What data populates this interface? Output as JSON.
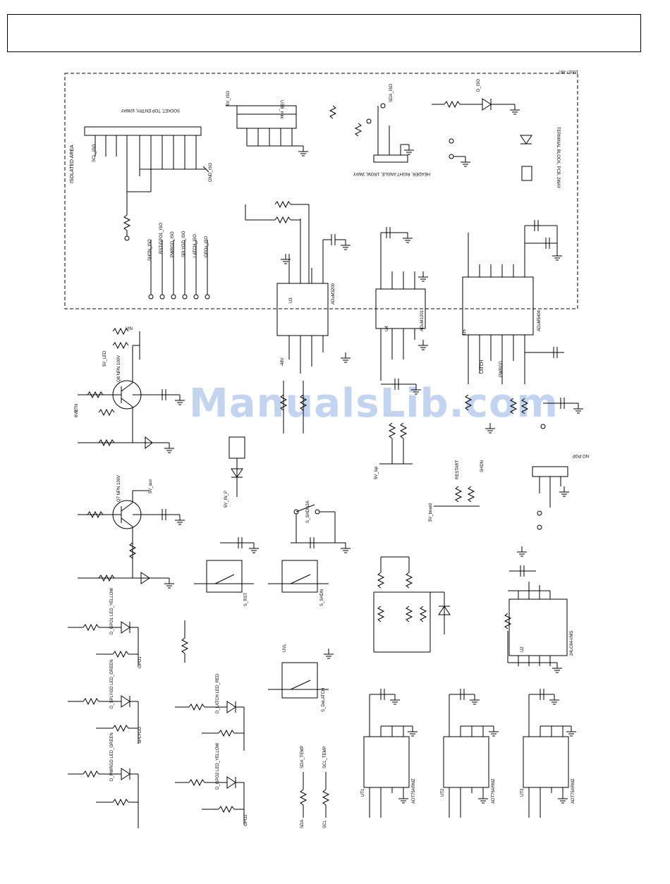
{
  "doc": {
    "figure_id": "10017-007",
    "region_label": "ISOLATED AREA",
    "watermark": "ManualsLib.com"
  },
  "connectors": {
    "sk3": "SOCKET, TOP ENTRY, 10WAY",
    "usb": "USB_mini",
    "j7": "HEADER, RIGHT ANGLE, 1ROW, 3WAY",
    "j8": "TERMINAL BLOCK, PCB, 2WAY",
    "j9_note": "NO POP"
  },
  "ics": {
    "u3": {
      "ref": "U3",
      "part": "ADuM3200"
    },
    "u4": {
      "ref": "U4",
      "part": "ADuM1201"
    },
    "u5": {
      "ref": "U5",
      "part": "ADuM5404"
    },
    "u2": {
      "ref": "U2",
      "part": "24LC64-I/MS"
    },
    "ut1": {
      "ref": "UT1",
      "part": "ADT75ARMZ"
    },
    "ut2": {
      "ref": "UT2",
      "part": "ADT75ARMZ"
    },
    "ut3": {
      "ref": "UT3",
      "part": "ADT75ARMZ"
    }
  },
  "switches": {
    "rst": "S_RST",
    "shdn": "S_SHDN",
    "latch": "S_DeLATCH",
    "shdn2": "S_SHDN2A"
  },
  "leds": {
    "gpo1": "D_GPO1 LED_YELLOW",
    "splygd": "D_SPLYGD LED_GREEN",
    "pwrgd": "D_PWRGD LED_GREEN",
    "latch": "D_LATCH LED_RED",
    "gpo2": "D_GPO2 LED_YELLOW",
    "iso": "D_ISO"
  },
  "transistors": {
    "q8": "Q8 NPN 100V",
    "q7": "Q7 NPN 100V"
  },
  "nets": {
    "v5_iso": "5V_ISO",
    "gnd_iso": "GND_ISO",
    "neg48": "-48V",
    "v5_led": "5V_LED",
    "v5_board": "5V_board",
    "rtn": "RTN",
    "vin": "VIN",
    "v5_aux": "5V_aux",
    "v5_inp": "5V_IN_P",
    "v5_isp": "5V_isp",
    "uvl": "UVL",
    "sda": "SDA",
    "scl": "SCL",
    "sda_iso": "SDA_ISO",
    "scl_iso": "SCL_ISO",
    "sda_temp": "SDA_TEMP",
    "scl_temp": "SCL_TEMP",
    "restart": "RESTART",
    "shdn": "SHDN",
    "latch": "LATCH",
    "pwrgd": "PWRGD",
    "splygd": "SPLYGD",
    "gpo1": "GPO1",
    "gpo2": "GPO2",
    "shdn_iso": "SHDN_ISO",
    "rst_gpo1_iso": "RST/GPO1_ISO",
    "pwrgd_iso": "PWRGD_ISO",
    "splygd_iso": "SPLYGD_ISO",
    "latch_iso": "LATCH_ISO",
    "gpox_iso": "GPOx_ISO",
    "v6v2": "6V2"
  }
}
